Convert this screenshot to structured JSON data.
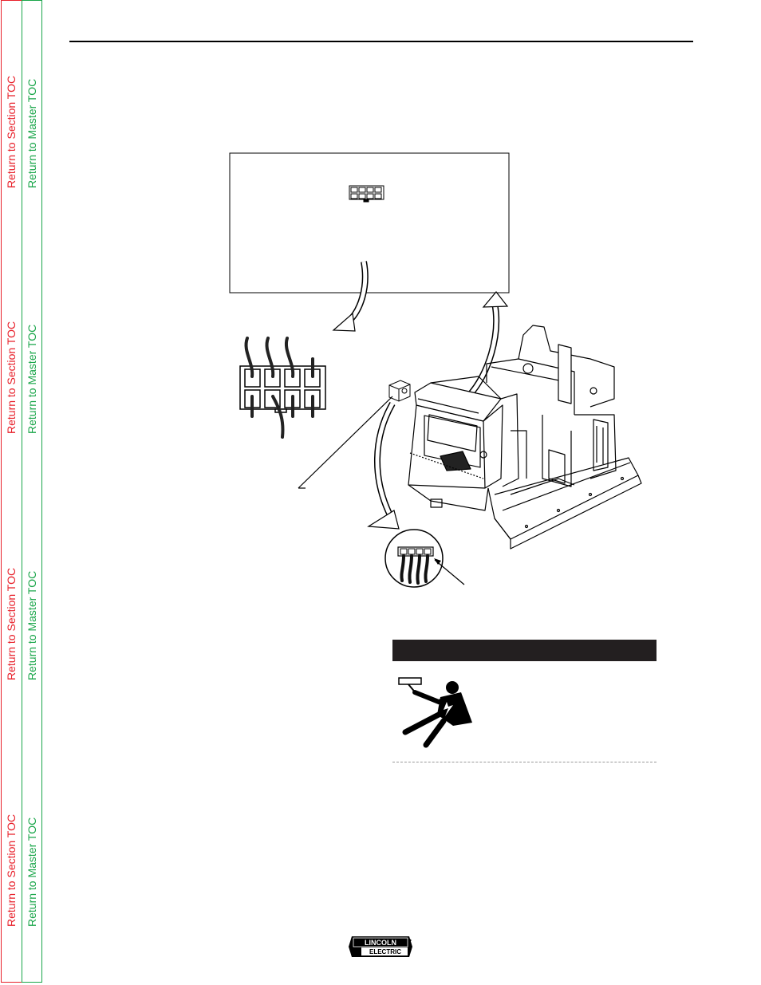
{
  "nav": {
    "section_toc_label": "Return to Section TOC",
    "master_toc_label": "Return to Master TOC"
  },
  "colors": {
    "section_toc": "#e8202a",
    "master_toc": "#1aa64a",
    "warning_bar": "#231f20"
  },
  "warning": {
    "icon": "warning-triangle-icon",
    "shock_icon": "electric-shock-hazard-icon"
  },
  "logo": {
    "top_text": "LINCOLN",
    "bottom_text": "ELECTRIC"
  }
}
